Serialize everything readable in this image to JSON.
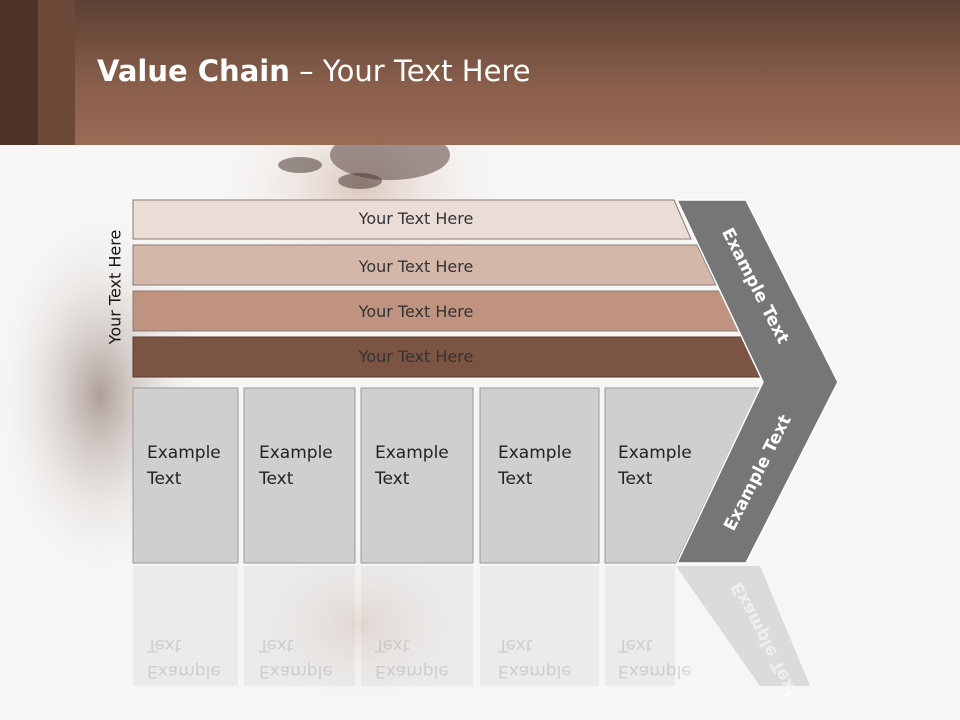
{
  "slide": {
    "title_bold": "Value Chain",
    "title_rest": " – Your Text Here",
    "vertical_label": "Your Text Here"
  },
  "rows": [
    {
      "label": "Your Text Here",
      "color": "#eaddd8"
    },
    {
      "label": "Your Text Here",
      "color": "#d5b7aa"
    },
    {
      "label": "Your Text Here",
      "color": "#c09280"
    },
    {
      "label": "Your Text Here",
      "color": "#7c5444"
    }
  ],
  "cells": [
    {
      "line1": "Example",
      "line2": "Text"
    },
    {
      "line1": "Example",
      "line2": "Text"
    },
    {
      "line1": "Example",
      "line2": "Text"
    },
    {
      "line1": "Example",
      "line2": "Text"
    },
    {
      "line1": "Example",
      "line2": "Text"
    }
  ],
  "chevron": {
    "upper_label": "Example Text",
    "lower_label": "Example Text",
    "color": "#767676"
  }
}
